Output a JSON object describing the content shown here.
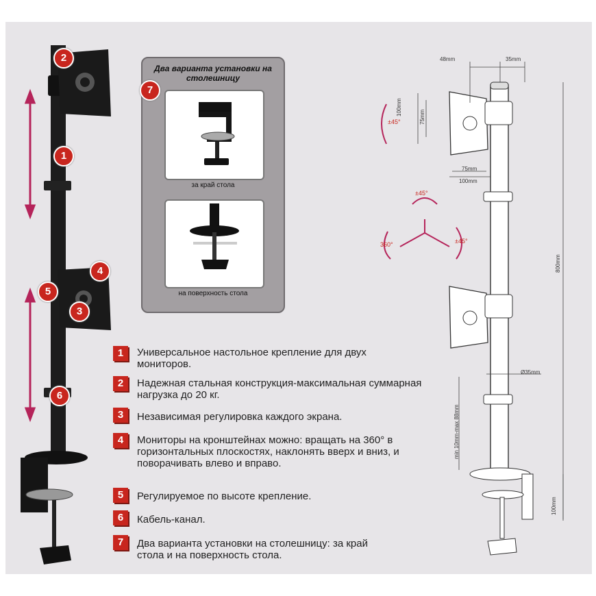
{
  "variants": {
    "title": "Два варианта установки на столешницу",
    "badge": "7",
    "edge_caption": "за край стола",
    "surface_caption": "на поверхность стола"
  },
  "callouts": [
    "1",
    "2",
    "3",
    "4",
    "5",
    "6"
  ],
  "features": [
    {
      "number": "1",
      "text": "Универсальное настольное крепление для двух мониторов."
    },
    {
      "number": "2",
      "text": "Надежная стальная конструкция-максимальная суммарная нагрузка до 20 кг."
    },
    {
      "number": "3",
      "text": "Независимая регулировка каждого экрана."
    },
    {
      "number": "4",
      "text": "Мониторы на кронштейнах можно: вращать на 360° в горизонтальных плоскостях, наклонять вверх и вниз, и поворачивать влево и вправо."
    },
    {
      "number": "5",
      "text": "Регулируемое по высоте крепление."
    },
    {
      "number": "6",
      "text": "Кабель-канал."
    },
    {
      "number": "7",
      "text": "Два варианта установки на столешницу: за край стола и на поверхность стола."
    }
  ],
  "dimensions": {
    "offset_left": "48mm",
    "offset_right": "35mm",
    "vesa_100_v": "100mm",
    "vesa_75_v": "75mm",
    "vesa_75_h": "75mm",
    "vesa_100_h": "100mm",
    "height": "800mm",
    "pole_diameter": "Ø35mm",
    "clamp_range": "min 10mm-max 88mm",
    "clamp_height": "100mm"
  },
  "angles": {
    "tilt": "±45°",
    "top": "±45°",
    "left": "360°",
    "right": "±45°"
  },
  "colors": {
    "accent": "#c8261e",
    "box_background": "#e7e5e8",
    "arrow": "#b5245a"
  }
}
